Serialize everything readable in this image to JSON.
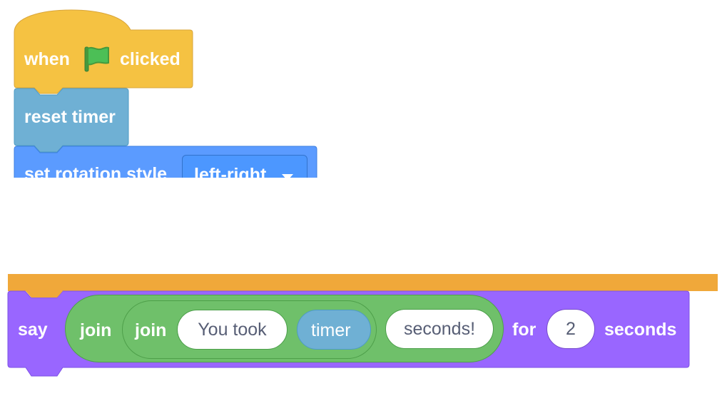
{
  "palette": {
    "events": "#ffbf00",
    "sensing": "#5cb1d6",
    "motion": "#4c97ff",
    "looks": "#9966ff",
    "operators": "#59c059",
    "control": "#ffab19"
  },
  "when_flag_block": {
    "word_when": "when",
    "flag_icon": "green-flag-icon",
    "word_clicked": "clicked"
  },
  "reset_timer_block": {
    "label": "reset timer"
  },
  "rotation_block": {
    "label": "set rotation style",
    "dropdown_value": "left-right"
  },
  "say_block": {
    "say_label": "say",
    "outer_join_label": "join",
    "inner_join_label": "join",
    "text_input_1": "You took",
    "timer_reporter": "timer",
    "text_input_2": "seconds!",
    "for_label": "for",
    "seconds_value": "2",
    "seconds_label": "seconds"
  }
}
